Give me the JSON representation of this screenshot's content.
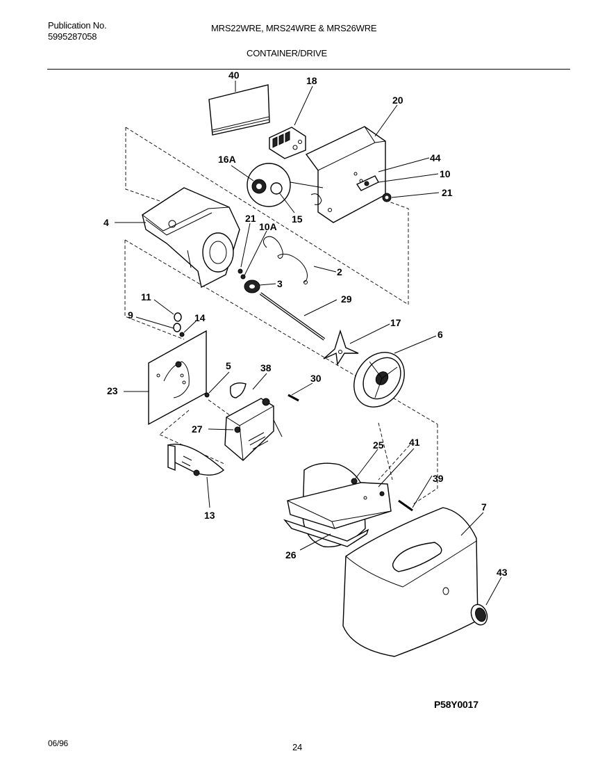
{
  "header": {
    "publication_label": "Publication No.",
    "publication_number": "5995287058",
    "models": "MRS22WRE, MRS24WRE & MRS26WRE",
    "section_title": "CONTAINER/DRIVE"
  },
  "diagram": {
    "callouts": [
      "40",
      "18",
      "20",
      "16A",
      "44",
      "10",
      "21",
      "15",
      "4",
      "21",
      "10A",
      "2",
      "3",
      "29",
      "11",
      "9",
      "14",
      "17",
      "6",
      "5",
      "38",
      "30",
      "23",
      "27",
      "25",
      "41",
      "39",
      "13",
      "7",
      "26",
      "43"
    ]
  },
  "footer": {
    "figure_code": "P58Y0017",
    "date": "06/96",
    "page_number": "24"
  }
}
